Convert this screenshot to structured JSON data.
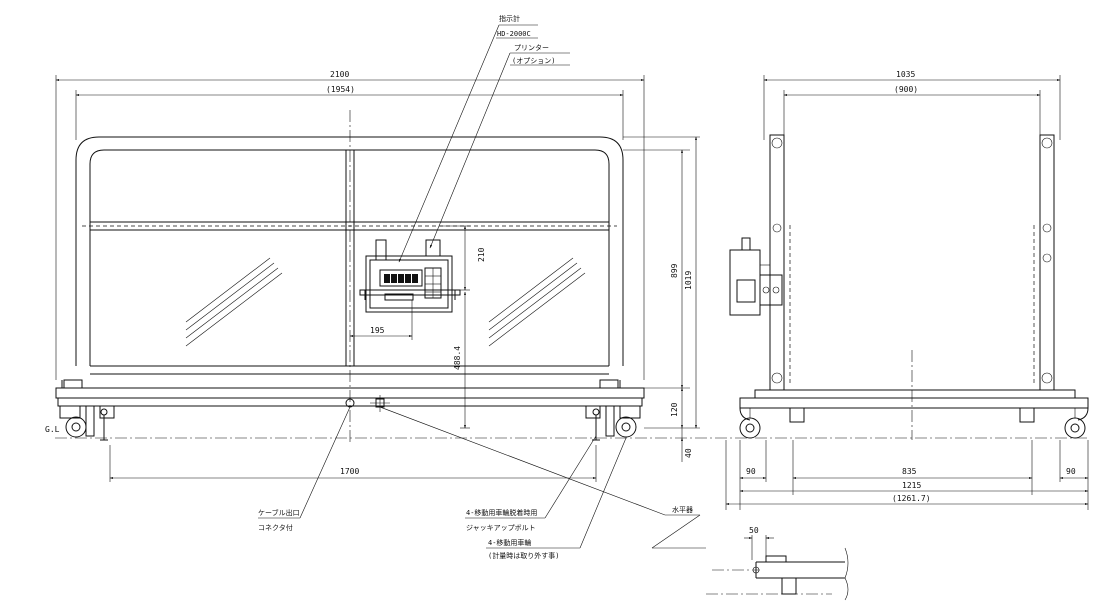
{
  "labels": {
    "indicator": "指示計",
    "indicator_model": "HD-2000C",
    "printer": "プリンター",
    "printer_option": "(オプション)",
    "gl": "G.L",
    "cable_outlet": "ケーブル出口",
    "cable_connector": "コネクタ付",
    "jack_bolt_line1": "4-移動用車輪脱着時用",
    "jack_bolt_line2": "ジャッキアップボルト",
    "wheel_line1": "4-移動用車輪",
    "wheel_line2": "(計量時は取り外す事)",
    "level": "水平器"
  },
  "dimensions": {
    "front_width": "2100",
    "front_inner_width": "(1954)",
    "wheel_span": "1700",
    "indicator_offset": "195",
    "indicator_height": "210",
    "indicator_base": "488.4",
    "total_height": "1019",
    "frame_height": "899",
    "platform_height": "120",
    "wheel_drop": "40",
    "side_width": "1035",
    "side_inner_width": "(900)",
    "side_left_margin": "90",
    "side_platform": "835",
    "side_right_margin": "90",
    "side_total": "1215",
    "side_overall": "(1261.7)",
    "detail_offset": "50"
  }
}
